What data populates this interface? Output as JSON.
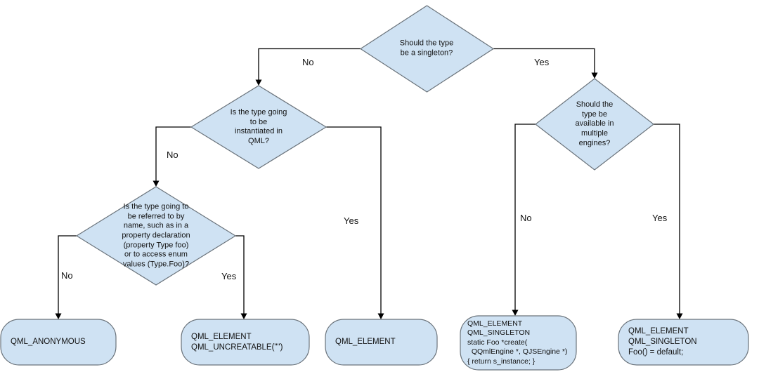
{
  "diagram": {
    "decisions": {
      "singleton": {
        "label": "Should the type\nbe a singleton?"
      },
      "instantiated": {
        "label": "Is the type going\nto be\ninstantiated in\nQML?"
      },
      "referred_by_name": {
        "label": "Is the type going to\nbe referred to by\nname, such as in a\nproperty declaration\n(property Type foo)\nor to access enum\nvalues (Type.Foo)?"
      },
      "multiple_engines": {
        "label": "Should the\ntype be\navailable in\nmultiple\nengines?"
      }
    },
    "branch_labels": {
      "singleton_no": "No",
      "singleton_yes": "Yes",
      "instantiated_no": "No",
      "instantiated_yes": "Yes",
      "referred_no": "No",
      "referred_yes": "Yes",
      "engines_no": "No",
      "engines_yes": "Yes"
    },
    "outcomes": {
      "anonymous": "QML_ANONYMOUS",
      "uncreatable": "QML_ELEMENT\nQML_UNCREATABLE(\"\")",
      "element": "QML_ELEMENT",
      "singleton_create": "QML_ELEMENT\nQML_SINGLETON\nstatic Foo *create(\n  QQmlEngine *, QJSEngine *)\n{ return s_instance; }",
      "singleton_default": "QML_ELEMENT\nQML_SINGLETON\nFoo() = default;"
    },
    "colors": {
      "node_fill": "#cfe2f3",
      "node_border": "#6a737b",
      "edge": "#000000"
    }
  }
}
